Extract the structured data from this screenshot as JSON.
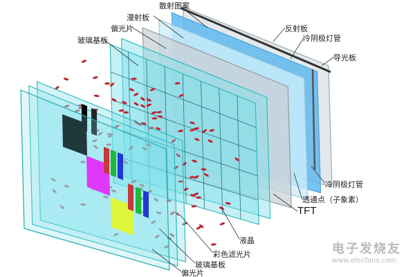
{
  "labels": {
    "scatter_pattern": "散射图案",
    "diffuser": "漫射板",
    "polarizer_back": "偏光片",
    "glass_back": "玻璃基板",
    "reflector": "反射板",
    "ccfl_top": "冷阴极灯管",
    "light_guide": "导光板",
    "ccfl_bottom": "冷阴极灯管",
    "subpixel": "透通点（子象素）",
    "tft": "TFT",
    "liquid_crystal": "液晶",
    "color_filter": "彩色滤光片",
    "glass_front": "玻璃基板",
    "polarizer_front": "偏光片"
  },
  "watermark": {
    "name": "电子发烧友",
    "url": "www.elecfans.com"
  },
  "colors": {
    "panel": "#7fe0ea",
    "light_guide": "#5fb8f0",
    "molecule": "#c0202a",
    "black": "#000000",
    "magenta": "#ff00ff",
    "yellow": "#ffff00"
  }
}
